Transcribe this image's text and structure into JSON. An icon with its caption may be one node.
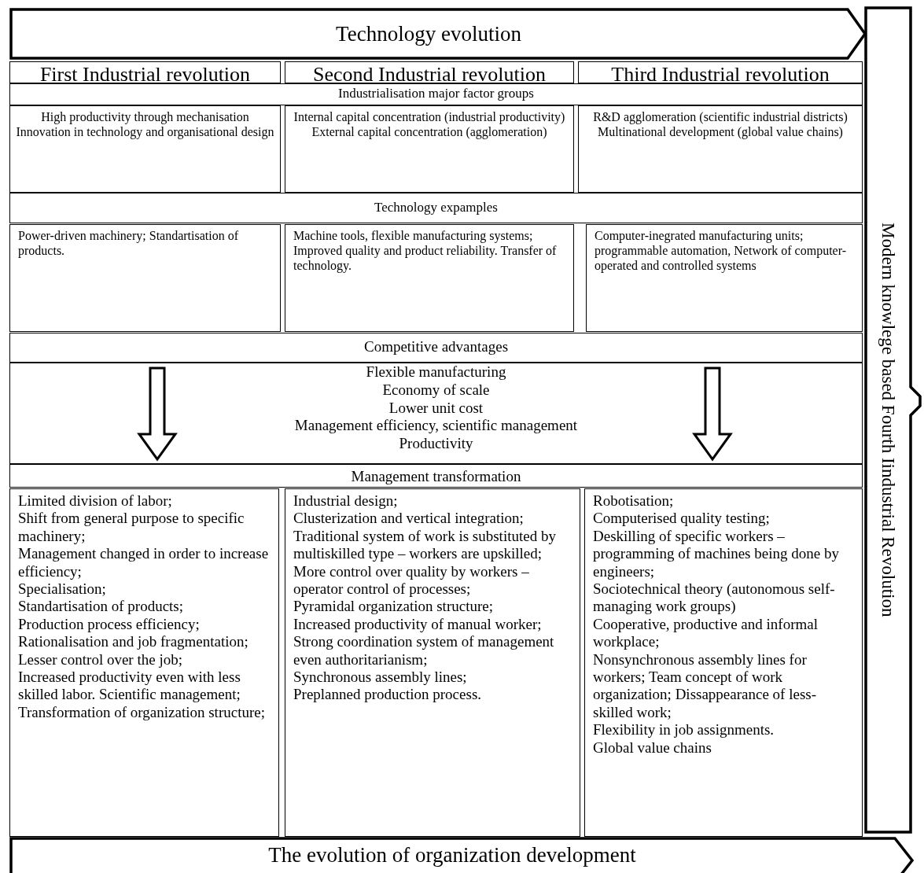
{
  "diagram": {
    "nodes": [
      {
        "text": [
          "Technology evolution"
        ]
      },
      {
        "text": [
          "First Industrial revolution"
        ]
      },
      {
        "text": [
          "Second Industrial revolution"
        ]
      },
      {
        "text": [
          "Third Industrial revolution"
        ]
      },
      {
        "text": [
          "Industrialisation major factor groups"
        ]
      },
      {
        "text": [
          "High productivity through mechanisation",
          "Innovation in technology and organisational design"
        ]
      },
      {
        "text": [
          "Internal capital concentration (industrial productivity)",
          "External capital concentration (agglomeration)"
        ]
      },
      {
        "text": [
          "R&D agglomeration (scientific industrial districts)",
          "Multinational development (global value chains)"
        ]
      },
      {
        "text": [
          "Technology expamples"
        ]
      },
      {
        "text": [
          "Power-driven machinery; Standartisation of products."
        ]
      },
      {
        "text": [
          "Machine tools, flexible manufacturing systems; Improved quality and product reliability. Transfer of technology."
        ]
      },
      {
        "text": [
          "Computer-inegrated manufacturing units; programmable automation, Network of computer-operated and controlled systems"
        ]
      },
      {
        "text": [
          "Competitive advantages"
        ]
      },
      {
        "text": [
          "Flexible manufacturing",
          "Economy of scale",
          "Lower unit cost",
          "Management efficiency, scientific management",
          "Productivity"
        ]
      },
      {
        "text": [
          "Management transformation"
        ]
      },
      {
        "text": [
          "Limited division of labor;",
          "Shift from general purpose to specific machinery;",
          "Management changed in order to increase efficiency;",
          "Specialisation;",
          "Standartisation of products;",
          "Production process efficiency;",
          "Rationalisation and job fragmentation;",
          "Lesser control over the job;",
          "Increased productivity even with less skilled labor. Scientific management;",
          "Transformation of organization structure;"
        ]
      },
      {
        "text": [
          "Industrial design;",
          "Clusterization and vertical integration;",
          "Traditional system of work is substituted by multiskilled type – workers are upskilled;",
          "More control over quality by workers – operator control of processes;",
          "Pyramidal  organization structure;",
          "Increased productivity of manual worker;",
          "Strong coordination system of management even authoritarianism;",
          "Synchronous assembly lines;",
          "Preplanned production process."
        ]
      },
      {
        "text": [
          "Robotisation;",
          "Computerised quality testing;",
          "Deskilling of specific workers – programming of machines being done by engineers;",
          "Sociotechnical theory (autonomous self-managing work groups)",
          "Cooperative, productive and informal workplace;",
          "Nonsynchronous assembly lines for workers; Team concept of work organization; Dissappearance of less-skilled work;",
          "Flexibility in job assignments.",
          "Global value chains"
        ]
      },
      {
        "text": [
          "Modern knowlege based Fourth Iindustrial Revolution"
        ]
      },
      {
        "text": [
          "The evolution of organization development"
        ]
      }
    ]
  }
}
